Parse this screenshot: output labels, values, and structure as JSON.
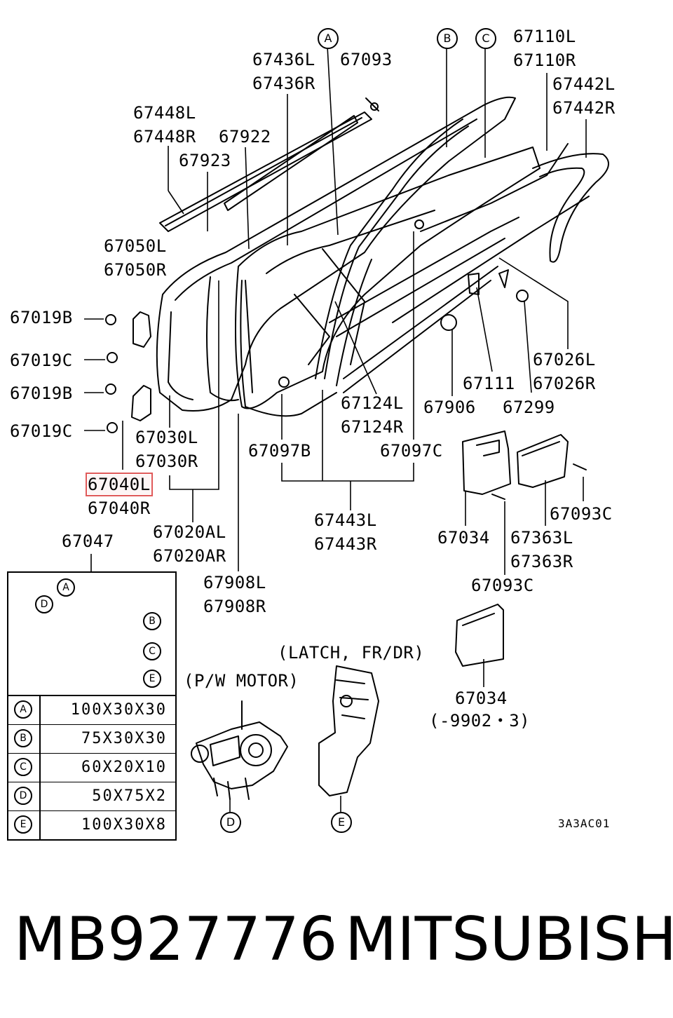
{
  "callouts": {
    "A": "A",
    "B": "B",
    "C": "C",
    "D": "D",
    "E": "E"
  },
  "labels": {
    "p67436L": "67436L",
    "p67436R": "67436R",
    "p67093": "67093",
    "p67110L": "67110L",
    "p67110R": "67110R",
    "p67442L": "67442L",
    "p67442R": "67442R",
    "p67448L": "67448L",
    "p67448R": "67448R",
    "p67922": "67922",
    "p67923": "67923",
    "p67050L": "67050L",
    "p67050R": "67050R",
    "p67019B_1": "67019B",
    "p67019C_1": "67019C",
    "p67019B_2": "67019B",
    "p67019C_2": "67019C",
    "p67030L": "67030L",
    "p67030R": "67030R",
    "p67040L": "67040L",
    "p67040R": "67040R",
    "p67020AL": "67020AL",
    "p67020AR": "67020AR",
    "p67908L": "67908L",
    "p67908R": "67908R",
    "p67097B": "67097B",
    "p67097C": "67097C",
    "p67124L": "67124L",
    "p67124R": "67124R",
    "p67443L": "67443L",
    "p67443R": "67443R",
    "p67906": "67906",
    "p67111": "67111",
    "p67299": "67299",
    "p67026L": "67026L",
    "p67026R": "67026R",
    "p67034_1": "67034",
    "p67363L": "67363L",
    "p67363R": "67363R",
    "p67093C_1": "67093C",
    "p67093C_2": "67093C",
    "p67047": "67047",
    "p67034_2": "67034",
    "p67034_note": "(-9902・3)",
    "latch": "(LATCH, FR/DR)",
    "motor": "(P/W MOTOR)",
    "code": "3A3AC01"
  },
  "highlighted_label": "67040L",
  "legend": {
    "rows": [
      {
        "key": "A",
        "value": "100X30X30"
      },
      {
        "key": "B",
        "value": "75X30X30"
      },
      {
        "key": "C",
        "value": "60X20X10"
      },
      {
        "key": "D",
        "value": "50X75X2"
      },
      {
        "key": "E",
        "value": "100X30X8"
      }
    ]
  },
  "footer": {
    "part_number": "MB927776",
    "brand": "MITSUBISHI"
  },
  "colors": {
    "highlight": "#e05a5a",
    "ink": "#000000",
    "background": "#ffffff"
  }
}
